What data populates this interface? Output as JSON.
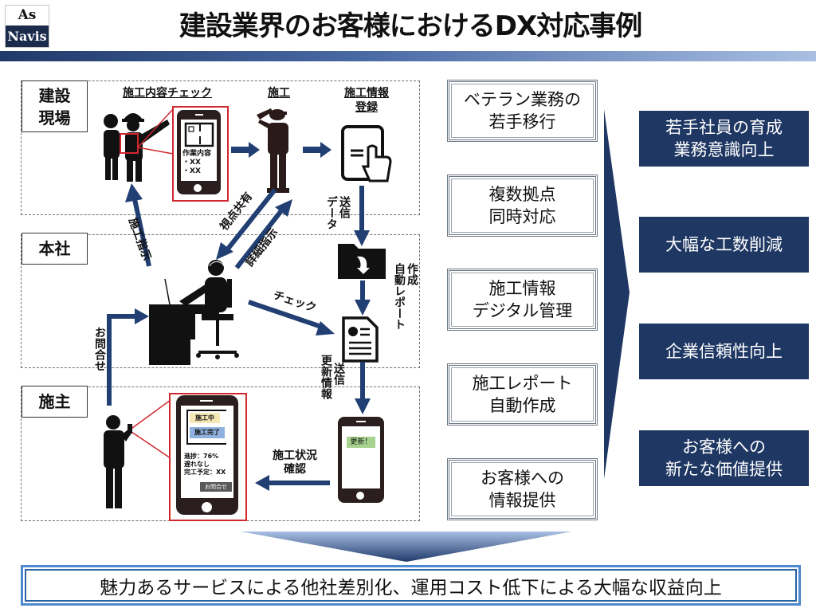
{
  "logo": {
    "line1": "As",
    "line2": "Navis"
  },
  "title": "建設業界のお客様におけるDX対応事例",
  "zones": {
    "site": {
      "label_line1": "建設",
      "label_line2": "現場"
    },
    "hq": {
      "label": "本社"
    },
    "client": {
      "label": "施主"
    }
  },
  "steps": {
    "check": "施工内容チェック",
    "construct": "施工",
    "register_line1": "施工情報",
    "register_line2": "登録"
  },
  "phone_check": {
    "heading": "作業内容",
    "items": [
      "・XX",
      "・XX"
    ]
  },
  "flows": {
    "instruct": "施工指示",
    "share": "視点共有",
    "detail": "詳細指示",
    "data_send": "データ送信",
    "data_send_line1": "データ",
    "data_send_line2": "送信",
    "auto_report_line1": "自動レポート",
    "auto_report_line2": "作成",
    "check": "チェック",
    "update_send_line1": "更新情報",
    "update_send_line2": "送信",
    "inquiry": "お問合せ",
    "status_line1": "施工状況",
    "status_line2": "確認"
  },
  "phone_update": {
    "badge": "更新！"
  },
  "phone_client": {
    "room1": "施工中",
    "room2": "施工完了",
    "progress": "進捗：76%",
    "delay": "遅れなし",
    "completion": "完工予定：XX",
    "button": "お問合せ"
  },
  "features": [
    {
      "line1": "ベテラン業務の",
      "line2": "若手移行"
    },
    {
      "line1": "複数拠点",
      "line2": "同時対応"
    },
    {
      "line1": "施工情報",
      "line2": "デジタル管理"
    },
    {
      "line1": "施工レポート",
      "line2": "自動作成"
    },
    {
      "line1": "お客様への",
      "line2": "情報提供"
    }
  ],
  "results": [
    {
      "line1": "若手社員の育成",
      "line2": "業務意識向上"
    },
    {
      "line1": "大幅な工数削減",
      "line2": ""
    },
    {
      "line1": "企業信頼性向上",
      "line2": ""
    },
    {
      "line1": "お客様への",
      "line2": "新たな価値提供"
    }
  ],
  "conclusion": "魅力あるサービスによる他社差別化、運用コスト低下による大幅な収益向上",
  "colors": {
    "navy": "#1e3763",
    "arrow": "#213f72",
    "red": "#d0282e",
    "bar_start": "#1f3a6a",
    "bar_end": "#a9bfe3"
  }
}
